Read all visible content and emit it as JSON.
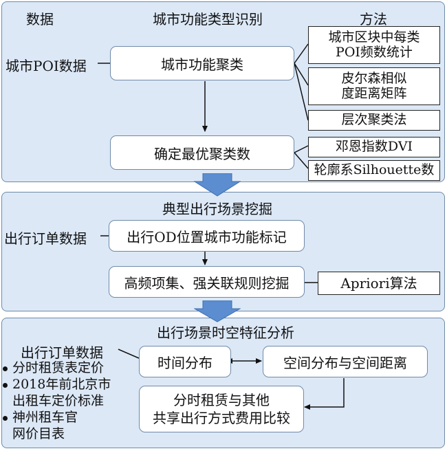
{
  "panel1": {
    "col_data": "数据",
    "col_title": "城市功能类型识别",
    "col_method": "方法",
    "input_label": "城市POI数据",
    "box_cluster": "城市功能聚类",
    "box_optimal": "确定最优聚类数",
    "methods": [
      "城市区块中每类\nPOI频数统计",
      "皮尔森相似\n度距离矩阵",
      "层次聚类法",
      "邓恩指数DVI",
      "轮廓系Silhouette数"
    ]
  },
  "panel2": {
    "title": "典型出行场景挖掘",
    "input_label": "出行订单数据",
    "box_mark": "出行OD位置城市功能标记",
    "box_rules": "高频项集、强关联规则挖掘",
    "method": "Apriori算法"
  },
  "panel3": {
    "title": "出行场景时空特征分析",
    "input_label": "出行订单数据",
    "bullets": [
      {
        "line1": "分时租赁表定价",
        "line2": ""
      },
      {
        "line1": "2018年前北京市",
        "line2": "出租车定价标准"
      },
      {
        "line1": "神州租车官",
        "line2": "网价目表"
      }
    ],
    "box_time": "时间分布",
    "box_space": "空间分布与空间距离",
    "box_compare": "分时租赁与其他\n共享出行方式费用比较"
  }
}
